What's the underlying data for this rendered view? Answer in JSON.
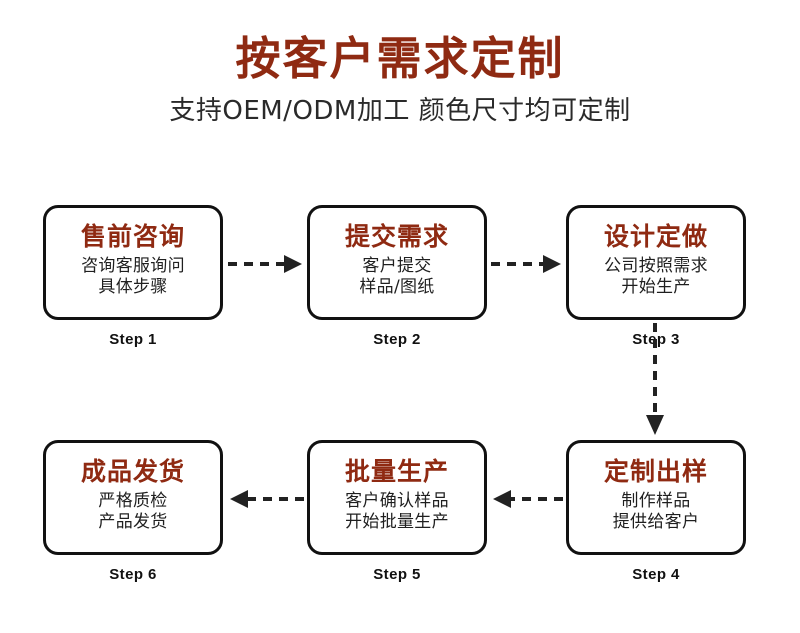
{
  "header": {
    "title": "按客户需求定制",
    "subtitle": "支持OEM/ODM加工 颜色尺寸均可定制"
  },
  "colors": {
    "accent": "#8f2a12",
    "highlight": "#fcc200",
    "outline": "#111111",
    "background": "#ffffff",
    "body_text": "#1f1f1f"
  },
  "flow": {
    "steps": [
      {
        "heading": "售前咨询",
        "desc_line1": "咨询客服询问",
        "desc_line2": "具体步骤",
        "label": "Step 1"
      },
      {
        "heading": "提交需求",
        "desc_line1": "客户提交",
        "desc_line2": "样品/图纸",
        "label": "Step 2"
      },
      {
        "heading": "设计定做",
        "desc_line1": "公司按照需求",
        "desc_line2": "开始生产",
        "label": "Step 3"
      },
      {
        "heading": "定制出样",
        "desc_line1": "制作样品",
        "desc_line2": "提供给客户",
        "label": "Step 4"
      },
      {
        "heading": "批量生产",
        "desc_line1": "客户确认样品",
        "desc_line2": "开始批量生产",
        "label": "Step 5"
      },
      {
        "heading": "成品发货",
        "desc_line1": "严格质检",
        "desc_line2": "产品发货",
        "label": "Step 6"
      }
    ],
    "connectors": [
      {
        "name": "arrow-step1-to-step2",
        "direction": "right"
      },
      {
        "name": "arrow-step2-to-step3",
        "direction": "right"
      },
      {
        "name": "arrow-step3-to-step4",
        "direction": "down"
      },
      {
        "name": "arrow-step4-to-step5",
        "direction": "left"
      },
      {
        "name": "arrow-step5-to-step6",
        "direction": "left"
      }
    ]
  }
}
